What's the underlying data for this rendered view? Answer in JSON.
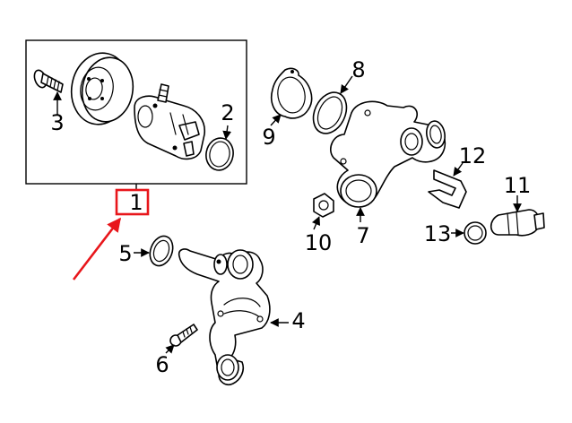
{
  "callouts": {
    "c1": "1",
    "c2": "2",
    "c3": "3",
    "c4": "4",
    "c5": "5",
    "c6": "6",
    "c7": "7",
    "c8": "8",
    "c9": "9",
    "c10": "10",
    "c11": "11",
    "c12": "12",
    "c13": "13"
  },
  "highlight": {
    "target": "1",
    "color": "#e8161b"
  },
  "parts": [
    {
      "callout": "1",
      "part": "water-pump-assembly"
    },
    {
      "callout": "2",
      "part": "o-ring"
    },
    {
      "callout": "3",
      "part": "bolt"
    },
    {
      "callout": "4",
      "part": "pump-housing"
    },
    {
      "callout": "5",
      "part": "o-ring"
    },
    {
      "callout": "6",
      "part": "bolt"
    },
    {
      "callout": "7",
      "part": "thermostat-housing"
    },
    {
      "callout": "8",
      "part": "seal-ring"
    },
    {
      "callout": "9",
      "part": "gasket"
    },
    {
      "callout": "10",
      "part": "nut"
    },
    {
      "callout": "11",
      "part": "temperature-sensor"
    },
    {
      "callout": "12",
      "part": "retaining-clip"
    },
    {
      "callout": "13",
      "part": "o-ring"
    }
  ]
}
